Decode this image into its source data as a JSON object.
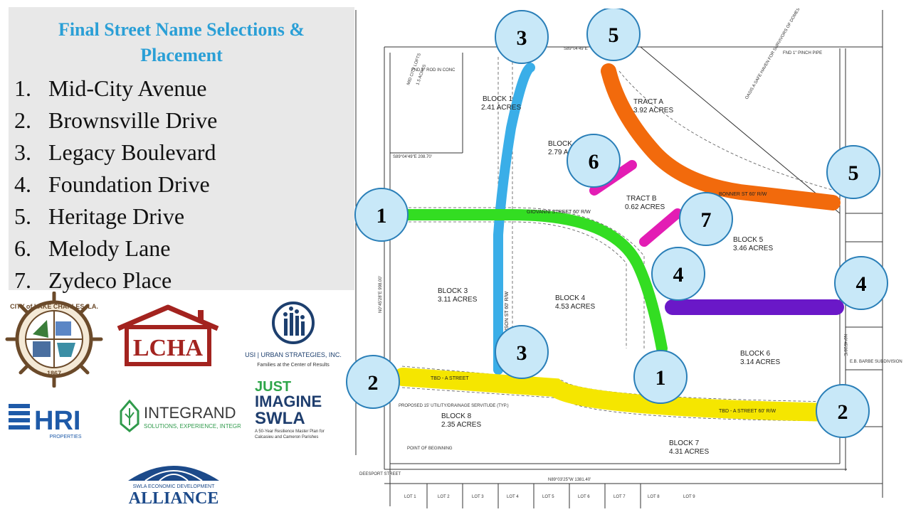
{
  "panel": {
    "title_line1": "Final Street Name Selections &",
    "title_line2": "Placement",
    "streets": [
      {
        "num": "1.",
        "name": "Mid-City Avenue"
      },
      {
        "num": "2.",
        "name": "Brownsville Drive"
      },
      {
        "num": "3.",
        "name": "Legacy Boulevard"
      },
      {
        "num": "4.",
        "name": "Foundation Drive"
      },
      {
        "num": "5.",
        "name": "Heritage Drive"
      },
      {
        "num": "6.",
        "name": "Melody Lane"
      },
      {
        "num": "7.",
        "name": "Zydeco Place"
      }
    ]
  },
  "colors": {
    "title": "#2a9fd6",
    "street1_green": "#33dd22",
    "street2_yellow": "#f5e600",
    "street3_blue": "#3aaee8",
    "street4_purple": "#6a18c8",
    "street5_orange": "#f26a0c",
    "street6_magenta": "#e31db4",
    "street7_magenta": "#e31db4",
    "marker_fill": "#c8e8f8",
    "marker_stroke": "#2a7fb8"
  },
  "markers": [
    "3",
    "5",
    "5",
    "6",
    "1",
    "7",
    "4",
    "4",
    "3",
    "1",
    "2",
    "2"
  ],
  "map_labels": {
    "block1": "BLOCK 1",
    "block1_area": "2.41 ACRES",
    "block2": "BLOCK 2",
    "block2_area": "2.79 ACRES",
    "block3": "BLOCK 3",
    "block3_area": "3.11 ACRES",
    "block4": "BLOCK 4",
    "block4_area": "4.53 ACRES",
    "block5": "BLOCK 5",
    "block5_area": "3.46 ACRES",
    "block6": "BLOCK 6",
    "block6_area": "3.14 ACRES",
    "block7": "BLOCK 7",
    "block7_area": "4.31 ACRES",
    "block8": "BLOCK 8",
    "block8_area": "2.35 ACRES",
    "tract_a": "TRACT A",
    "tract_a_area": "3.92 ACRES",
    "tract_b": "TRACT B",
    "tract_b_area": "0.62 ACRES",
    "giovanni": "GIOVANNI STREET 60' R/W",
    "bonner": "BONNER ST 60' R/W",
    "tbd_a": "TBD - A STREET",
    "tbd_a2": "TBD - A STREET 60' R/W",
    "madison": "MADISON ST 60' R/W",
    "mid_city_lofts": "MID CITY LOFTS",
    "mid_city_lofts_area": "1.5 ACRES",
    "point_of_beginning": "POINT OF BEGINNING",
    "deesport": "DEESPORT STREET",
    "oasis": "OASIS A SAFE HAVEN FOR SURVIVORS OF DOMESTIC AND SEXUAL VIOLENCE",
    "bearing_bottom": "N89°03'25\"W 1381.40'",
    "bearing_left": "S89°04'49\"E 208.70'",
    "bearing_top": "S89°04'49\"E",
    "bearing_west": "N0°45'28\"E 998.00'",
    "bearing_east": "N0°45'28\"E",
    "fnd_rod": "FND 1\" ROD IN CONC",
    "fnd_pipe": "FND 1\" PINCH PIPE",
    "utility": "PROPOSED 15' UTILITY/DRAINAGE SERVITUDE (TYP.)",
    "eb_barbe": "E.B. BARBE SUBDIVISION",
    "lot_labels": [
      "LOT 1",
      "LOT 2",
      "LOT 3",
      "LOT 4",
      "LOT 5",
      "LOT 6",
      "LOT 7",
      "LOT 8",
      "LOT 9"
    ]
  },
  "logos": {
    "city_top": "CITY of LAKE CHARLES, LA.",
    "city_year": "1867",
    "lcha": "LCHA",
    "usi_name": "USI | URBAN STRATEGIES, INC.",
    "usi_tag": "Families at the Center of Results",
    "hri": "HRI",
    "hri_sub": "PROPERTIES",
    "integrand": "INTEGRAND",
    "integrand_tag": "SOLUTIONS, EXPERIENCE, INTEGRITY",
    "just": "JUST",
    "imagine": "IMAGINE",
    "swla": "SWLA",
    "swla_tag1": "A 50-Year Resilience Master Plan for",
    "swla_tag2": "Calcasieu and Cameron Parishes",
    "swla_econ": "SWLA ECONOMIC DEVELOPMENT",
    "alliance": "ALLIANCE"
  }
}
